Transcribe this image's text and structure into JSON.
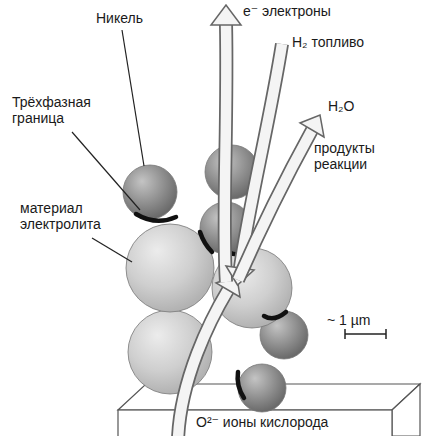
{
  "diagram": {
    "labels": [
      "Никель",
      "e⁻ электроны",
      "H₂ топливо",
      "Трёхфазная граница",
      "H₂O",
      "продукты реакции",
      "материал электролита",
      "~ 1 µm",
      "O²⁻ ионы кислорода"
    ]
  }
}
